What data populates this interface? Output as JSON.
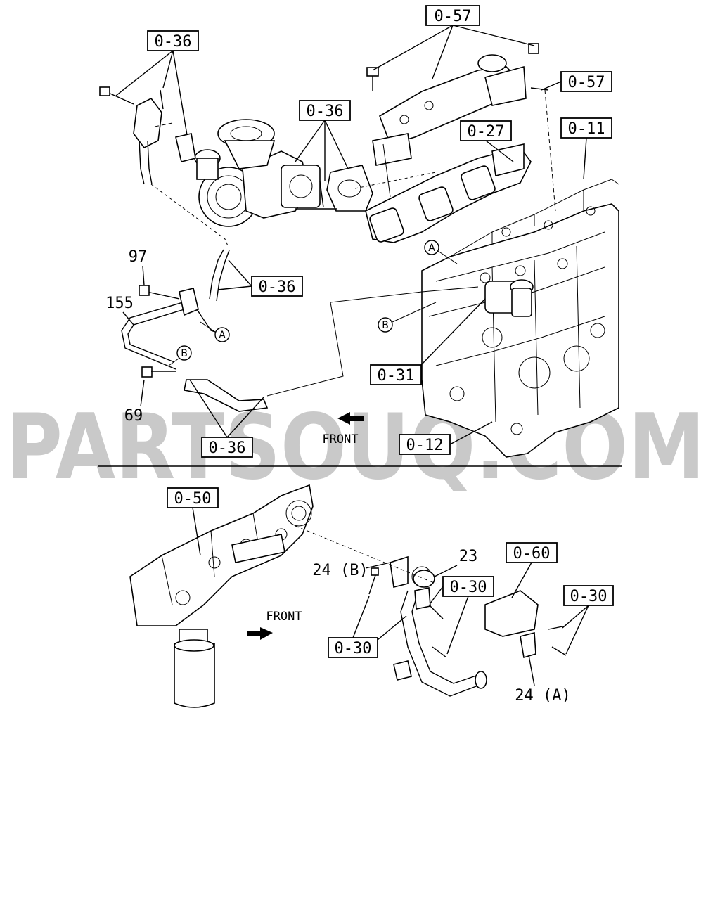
{
  "watermark": "PARTSOUQ.COM",
  "front_top": "FRONT",
  "front_bottom": "FRONT",
  "refs": {
    "r057a": "0-57",
    "r057b": "0-57",
    "r036a": "0-36",
    "r036b": "0-36",
    "r036c": "0-36",
    "r036d": "0-36",
    "r027": "0-27",
    "r011": "0-11",
    "r031": "0-31",
    "r012": "0-12",
    "r050": "0-50",
    "r060": "0-60",
    "r030a": "0-30",
    "r030b": "0-30",
    "r030c": "0-30"
  },
  "numbers": {
    "n97": "97",
    "n155": "155",
    "n69": "69",
    "n23": "23",
    "n24b": "24 (B)",
    "n24a": "24 (A)"
  },
  "markers": {
    "a1": "A",
    "a2": "A",
    "b1": "B",
    "b2": "B"
  }
}
